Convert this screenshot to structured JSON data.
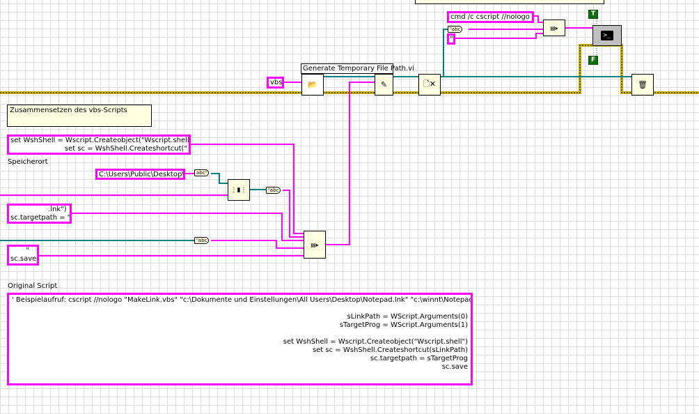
{
  "top_comment": "",
  "constants": {
    "vbs": "vbs",
    "cmd": "cmd /c cscript //nologo \"",
    "quote": "\"",
    "script_head": "set WshShell = Wscript.Createobject(\"Wscript.shell\")\n                   set sc = WshShell.Createshortcut(\"",
    "desktop": "C:\\Users\\Public\\Desktop\\",
    "lnk": "                 .lnk\")\nsc.targetpath = \"",
    "save": "       \"\nsc.save",
    "original": "' Beispielaufruf: cscript //nologo \"MakeLink.vbs\" \"c:\\Dokumente und Einstellungen\\All Users\\Desktop\\Notepad.lnk\" \"c:\\winnt\\Notepad.exe\"\n\nsLinkPath = WScript.Arguments(0)\nsTargetProg = WScript.Arguments(1)\n\nset WshShell = Wscript.Createobject(\"Wscript.shell\")\nset sc = WshShell.Createshortcut(sLinkPath)\nsc.targetpath = sTargetProg\nsc.save"
  },
  "labels": {
    "gen_temp": "Generate Temporary File Path.vi",
    "speicherort": "Speicherort",
    "original_script": "Original Script"
  },
  "comments": {
    "assemble": "Zusammensetzen des vbs-Scripts"
  },
  "booleans": {
    "true": "T",
    "false": "F"
  },
  "colors": {
    "string_wire": "#ff00ff",
    "path_wire": "#008080",
    "error_wire": "#c8b400",
    "node_bg": "#ffffe1"
  }
}
